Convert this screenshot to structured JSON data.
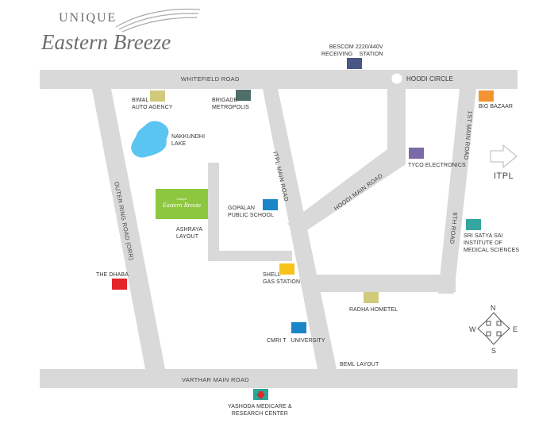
{
  "logo": {
    "top_text": "UNIQUE",
    "main_text": "Eastern Breeze"
  },
  "site": {
    "line1": "Unique",
    "line2": "Eastern Breeze",
    "label": "ASHRAYA\nLAYOUT"
  },
  "roads": {
    "whitefield": "WHITEFIELD ROAD",
    "varthar": "VARTHAR MAIN ROAD",
    "orr": "OUTER RING ROAD (ORR)",
    "itpl_main": "ITPL MAIN ROAD",
    "hoodi_main": "HOODI MAIN ROAD",
    "first_main": "1ST MAIN ROAD",
    "eighth": "8TH ROAD"
  },
  "places": {
    "hoodi_circle": "HOODI CIRCLE",
    "bescom": "BESCOM 2220/440V\nRECEIVING    STATION",
    "bimal": "BIMAL\nAUTO AGENCY",
    "brigade": "BRIGADE\nMETROPOLIS",
    "big_bazaar": "BIG BAZAAR",
    "lake": "NAKKUNDHI\nLAKE",
    "tyco": "TYCO ELECTRONICS",
    "gopalan": "GOPALAN\nPUBLIC SCHOOL",
    "sri_satya": "SRI SATYA SAI\nINSTITUTE OF\nMEDICAL SCIENCES",
    "dhaba": "THE DHABA",
    "shell": "SHELL\nGAS STATION",
    "radha": "RADHA HOMETEL",
    "cmrit": "CMRI T   UNIVERSITY",
    "beml": "BEML LAYOUT",
    "yashoda": "YASHODA MEDICARE &\nRESEARCH CENTER"
  },
  "itpl": "ITPL",
  "compass": {
    "n": "N",
    "s": "S",
    "e": "E",
    "w": "W"
  },
  "colors": {
    "road": "#d9d9da",
    "bimal": "#cfcb7b",
    "brigade": "#4f6e6a",
    "bescom": "#4a5785",
    "big_bazaar": "#f39432",
    "tyco": "#7a6aa8",
    "gopalan": "#1a86c8",
    "sri_satya": "#36a6a0",
    "dhaba": "#e2262a",
    "shell": "#f7c21b",
    "radha": "#cfcb7b",
    "cmrit": "#1a86c8",
    "yashoda": "#2aa597",
    "site": "#8dc63f",
    "lake": "#5bc5f2"
  }
}
